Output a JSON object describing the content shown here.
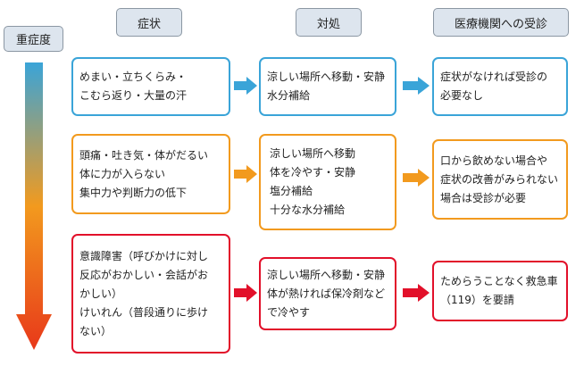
{
  "headers": {
    "severity": "重症度",
    "symptoms": "症状",
    "response": "対処",
    "medical": "医療機関への受診"
  },
  "rows": [
    {
      "level": "mild",
      "color": "#3aa4d8",
      "symptoms": [
        "めまい・立ちくらみ・",
        "こむら返り・大量の汗"
      ],
      "response": [
        "涼しい場所へ移動・安静",
        "水分補給"
      ],
      "medical": [
        "症状がなければ受診の",
        "必要なし"
      ]
    },
    {
      "level": "moderate",
      "color": "#f29a1e",
      "symptoms": [
        "頭痛・吐き気・体がだるい",
        "体に力が入らない",
        "集中力や判断力の低下"
      ],
      "response": [
        "涼しい場所へ移動",
        "体を冷やす・安静",
        "塩分補給",
        "十分な水分補給"
      ],
      "medical": [
        "口から飲めない場合や",
        "症状の改善がみられない",
        "場合は受診が必要"
      ]
    },
    {
      "level": "severe",
      "color": "#e2102a",
      "symptoms": [
        "意識障害（呼びかけに対し",
        "反応がおかしい・会話がお",
        "かしい）",
        "けいれん（普段通りに歩け",
        "ない）"
      ],
      "response": [
        "涼しい場所へ移動・安静",
        "体が熱ければ保冷剤など",
        "で冷やす"
      ],
      "medical": [
        "ためらうことなく救急車",
        "（119）を要請"
      ]
    }
  ],
  "severity_gradient": [
    "#3aa4d8",
    "#f29a1e",
    "#e8381a"
  ]
}
